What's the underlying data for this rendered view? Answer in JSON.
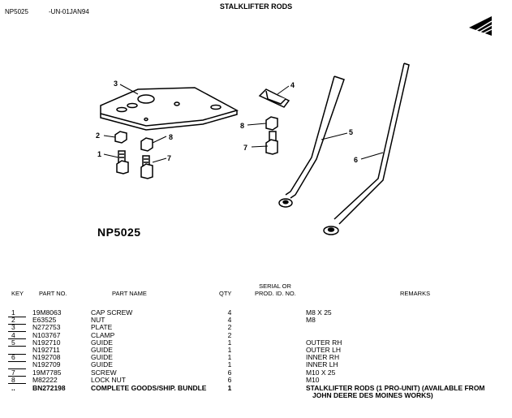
{
  "header": {
    "code": "NP5025",
    "date": "-UN-01JAN94",
    "title": "STALKLIFTER RODS"
  },
  "diagram": {
    "label": "NP5025",
    "callouts": [
      "1",
      "2",
      "3",
      "4",
      "5",
      "6",
      "7",
      "8",
      "8",
      "7"
    ]
  },
  "table": {
    "headers": {
      "key": "KEY",
      "part_no": "PART NO.",
      "part_name": "PART NAME",
      "qty": "QTY",
      "serial_1": "SERIAL OR",
      "serial_2": "PROD. ID. NO.",
      "remarks": "REMARKS"
    },
    "rows": [
      {
        "key": "1",
        "part": "19M8063",
        "name": "CAP SCREW",
        "qty": "4",
        "remarks": "M8 X 25"
      },
      {
        "key": "2",
        "part": "E63525",
        "name": "NUT",
        "qty": "4",
        "remarks": "M8"
      },
      {
        "key": "3",
        "part": "N272753",
        "name": "PLATE",
        "qty": "2",
        "remarks": ""
      },
      {
        "key": "4",
        "part": "N103767",
        "name": "CLAMP",
        "qty": "2",
        "remarks": ""
      },
      {
        "key": "5",
        "part": "N192710",
        "name": "GUIDE",
        "qty": "1",
        "remarks": "OUTER RH"
      },
      {
        "key": "",
        "part": "N192711",
        "name": "GUIDE",
        "qty": "1",
        "remarks": "OUTER LH"
      },
      {
        "key": "6",
        "part": "N192708",
        "name": "GUIDE",
        "qty": "1",
        "remarks": "INNER RH"
      },
      {
        "key": "",
        "part": "N192709",
        "name": "GUIDE",
        "qty": "1",
        "remarks": "INNER LH"
      },
      {
        "key": "7",
        "part": "19M7785",
        "name": "SCREW",
        "qty": "6",
        "remarks": "M10 X 25"
      },
      {
        "key": "8",
        "part": "M82222",
        "name": "LOCK NUT",
        "qty": "6",
        "remarks": "M10"
      }
    ],
    "bundle": {
      "key": "..",
      "part": "BN272198",
      "name": "COMPLETE GOODS/SHIP. BUNDLE",
      "qty": "1",
      "remarks_1": "STALKLIFTER RODS (1 PRO-UNIT) (AVAILABLE FROM",
      "remarks_2": "JOHN DEERE DES MOINES WORKS)"
    }
  }
}
